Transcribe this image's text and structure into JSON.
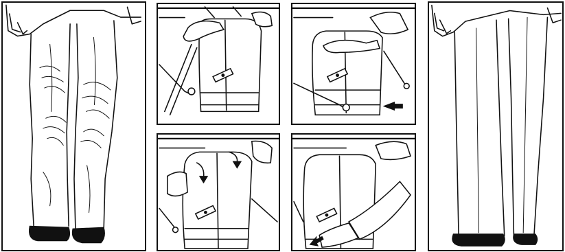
{
  "panels": [
    {
      "id": "before",
      "label": ""
    },
    {
      "id": "step-1",
      "label": ""
    },
    {
      "id": "step-2",
      "label": ""
    },
    {
      "id": "step-3",
      "label": ""
    },
    {
      "id": "step-4",
      "label": ""
    },
    {
      "id": "after",
      "label": ""
    }
  ],
  "colors": {
    "ink": "#111111",
    "paper": "#ffffff"
  },
  "icons": [
    "arrow-left-icon",
    "curved-arrow-down-icon",
    "arrow-down-left-icon"
  ]
}
